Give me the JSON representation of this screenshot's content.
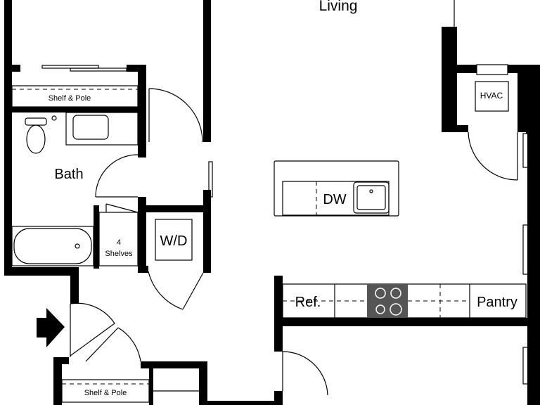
{
  "plan": {
    "rooms": {
      "living": "Living",
      "bath": "Bath",
      "pantry": "Pantry"
    },
    "fixtures": {
      "shelf_pole_top": "Shelf & Pole",
      "shelf_pole_bottom": "Shelf & Pole",
      "hvac": "HVAC",
      "shelves_count": "4",
      "shelves_word": "Shelves",
      "washer_dryer": "W/D",
      "dishwasher": "DW",
      "refrigerator": "Ref."
    },
    "colors": {
      "wall": "#000000",
      "background": "#ffffff",
      "cooktop": "#555555"
    }
  }
}
